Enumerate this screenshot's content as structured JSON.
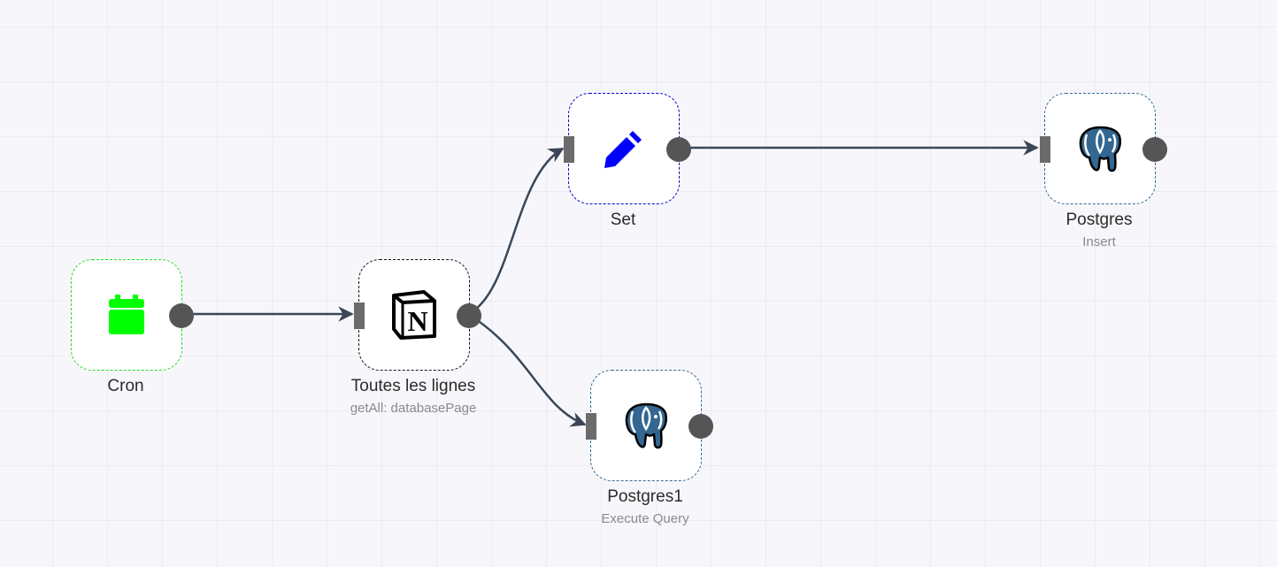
{
  "nodes": {
    "cron": {
      "label": "Cron",
      "icon": "calendar-icon",
      "color": "#00ff00"
    },
    "notion": {
      "label": "Toutes les lignes",
      "subtitle": "getAll: databasePage",
      "icon": "notion-icon",
      "color": "#000000"
    },
    "set": {
      "label": "Set",
      "icon": "pencil-icon",
      "color": "#0000ff"
    },
    "postgres": {
      "label": "Postgres",
      "subtitle": "Insert",
      "icon": "postgres-elephant-icon",
      "color": "#336791"
    },
    "postgres1": {
      "label": "Postgres1",
      "subtitle": "Execute Query",
      "icon": "postgres-elephant-icon",
      "color": "#336791"
    }
  },
  "connections": [
    {
      "from": "Cron",
      "to": "Toutes les lignes"
    },
    {
      "from": "Toutes les lignes",
      "to": "Set"
    },
    {
      "from": "Toutes les lignes",
      "to": "Postgres1"
    },
    {
      "from": "Set",
      "to": "Postgres"
    }
  ],
  "colors": {
    "edge": "#3a4656",
    "port": "#555555",
    "canvas": "#f7f7fb",
    "grid": "#ebebf2"
  }
}
